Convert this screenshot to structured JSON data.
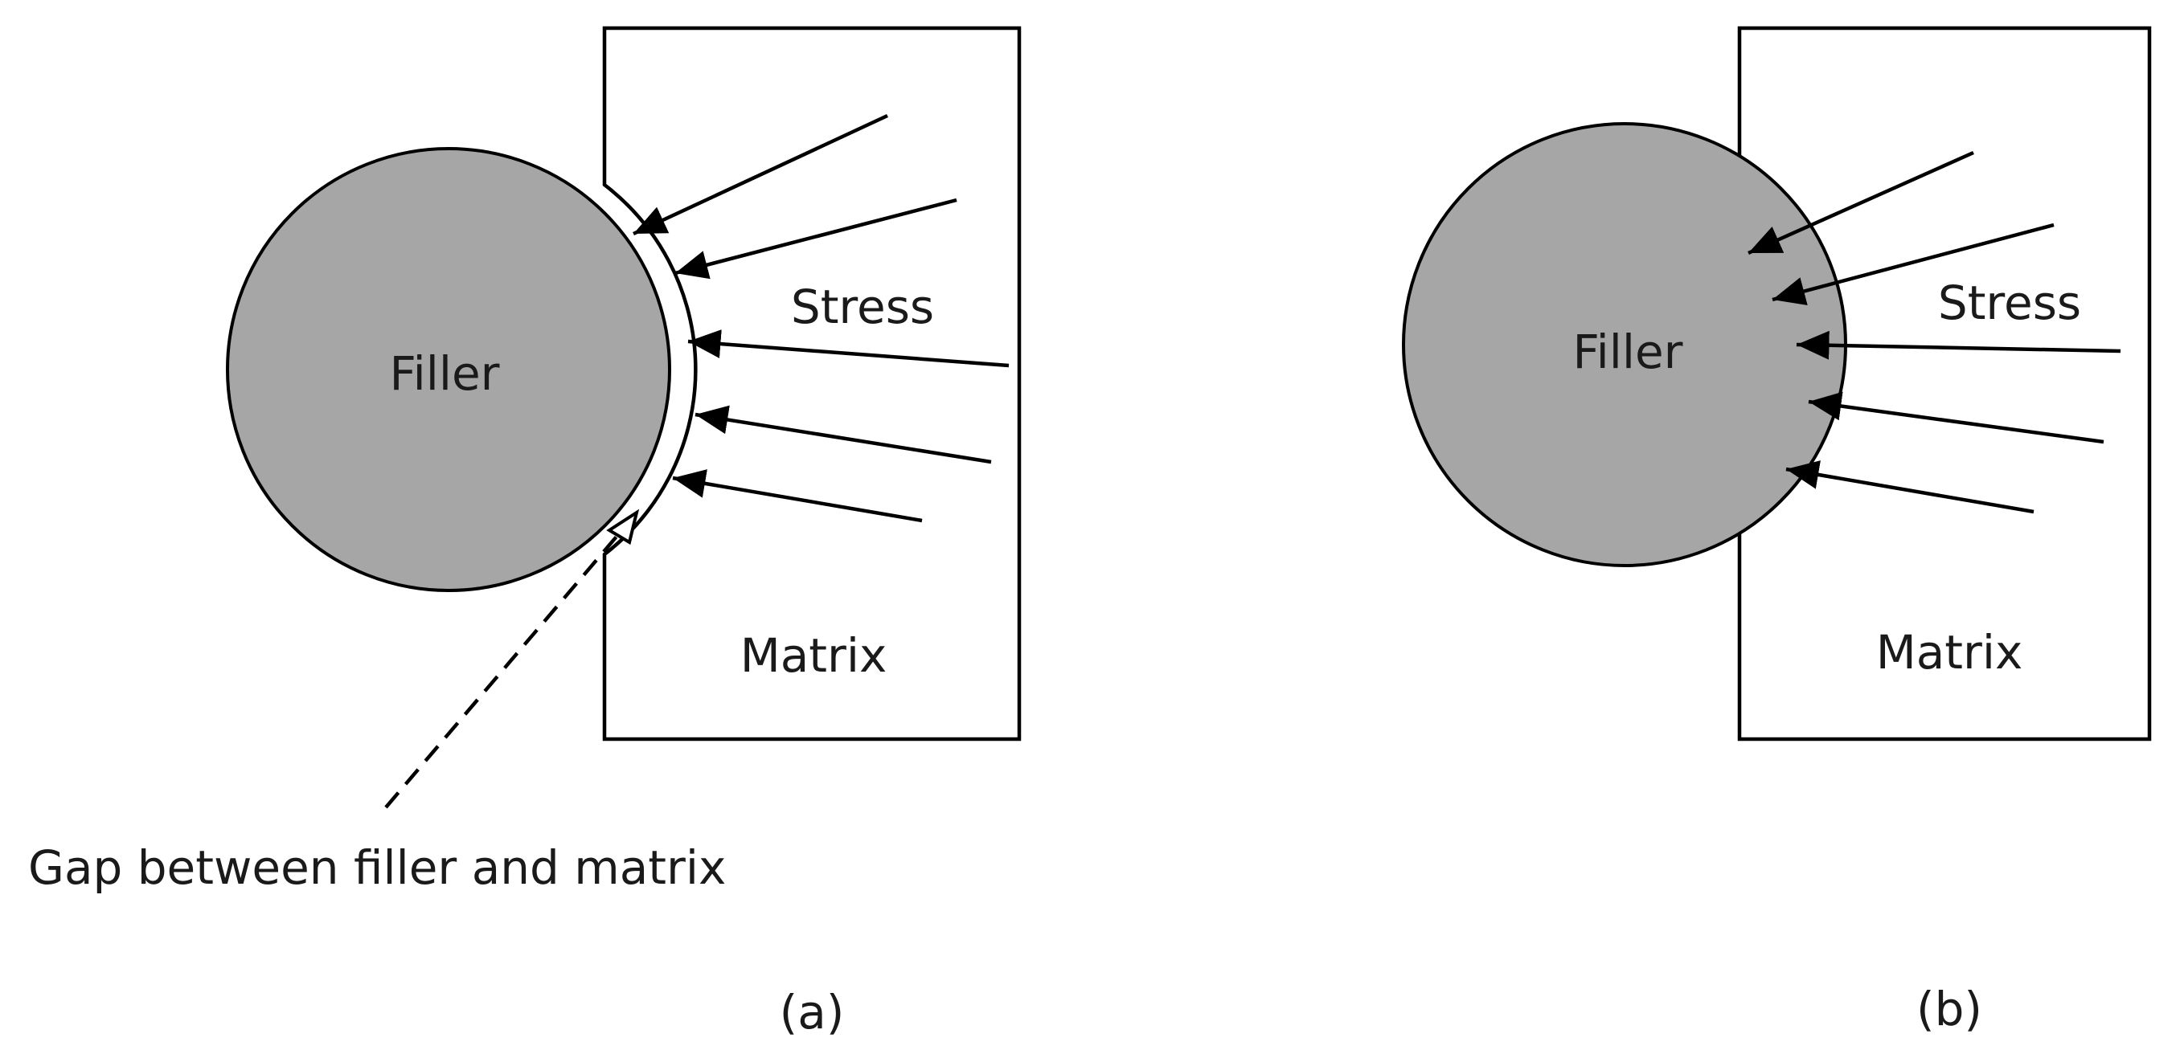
{
  "panels": [
    {
      "id": "a",
      "caption": "(a)",
      "filler_label": "Filler",
      "matrix_label": "Matrix",
      "stress_label": "Stress",
      "annotation": "Gap between filler and matrix"
    },
    {
      "id": "b",
      "caption": "(b)",
      "filler_label": "Filler",
      "matrix_label": "Matrix",
      "stress_label": "Stress"
    }
  ],
  "colors": {
    "filler": "#a6a6a6",
    "outline": "#000000",
    "background": "#ffffff"
  }
}
